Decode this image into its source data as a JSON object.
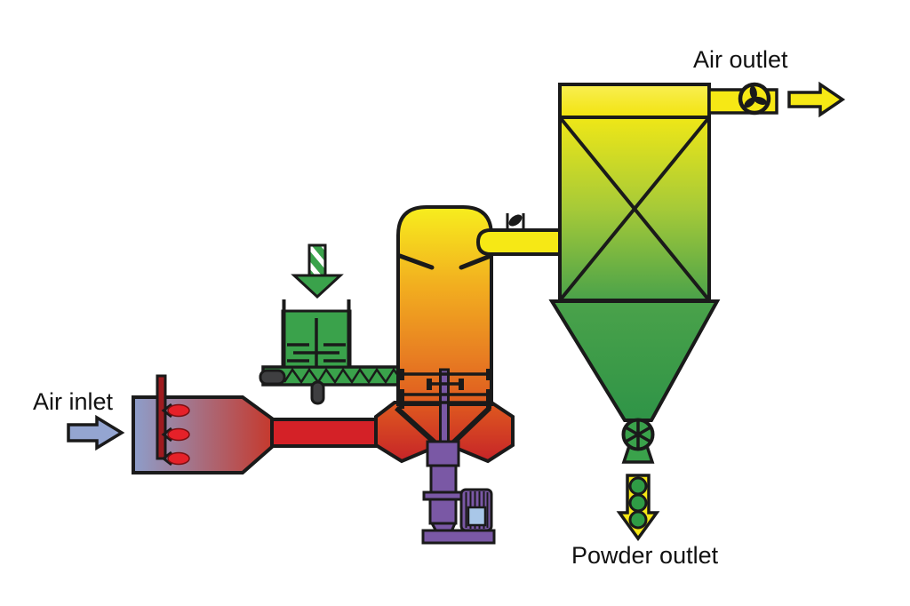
{
  "diagram": {
    "labels": {
      "air_inlet": "Air inlet",
      "air_outlet": "Air outlet",
      "powder_outlet": "Powder outlet"
    }
  },
  "colors": {
    "outline": "#1a1a1a",
    "label": "#111111",
    "white": "#ffffff",
    "inlet_arrow_blue": "#94a5d1",
    "heater_cold_blue": "#8d9ecb",
    "heater_hot_red": "#c5392d",
    "duct_red": "#d42127",
    "burner_pipe_red": "#9e1b1f",
    "flame_red": "#e62129",
    "process_green": "#3aa24b",
    "powder_green": "#2f9c45",
    "pipe_yellow": "#f6e815",
    "chamber_top_yellow": "#f7ee1e",
    "chamber_amber": "#f2ae1f",
    "chamber_mid_orange": "#e87f22",
    "chamber_deep_orange": "#df5a1f",
    "base_bottom_red": "#c62428",
    "filter_top_yellow": "#efe717",
    "filter_mid_green": "#a6ca38",
    "filter_bottom_green": "#4aa24a",
    "cone_deep_green": "#2f9447",
    "header_top_yellow": "#f9ef53",
    "header_bottom_yellow": "#f2e30e",
    "purple": "#7a58a5",
    "motor_window_blue": "#a9c7e8",
    "bearing_gray": "#3f3f41"
  }
}
